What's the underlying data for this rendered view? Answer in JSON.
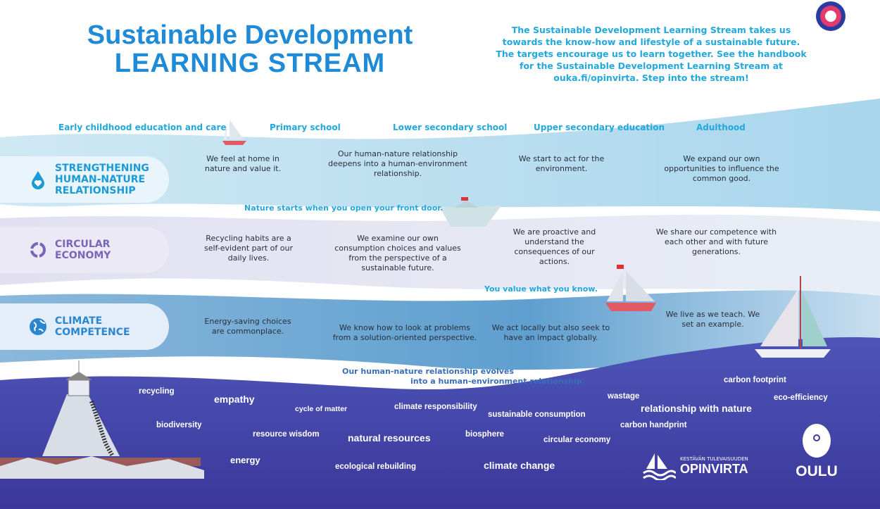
{
  "title": {
    "line1": "Sustainable Development",
    "line2": "LEARNING STREAM"
  },
  "intro": "The Sustainable Development Learning Stream takes us towards the know-how and lifestyle of a sustainable future. The targets encourage us to learn together. See the handbook for the Sustainable Development Learning Stream at ouka.fi/opinvirta. Step into the stream!",
  "stages": [
    "Early childhood education and care",
    "Primary school",
    "Lower secondary school",
    "Upper secondary education",
    "Adulthood"
  ],
  "themes": [
    {
      "label": "STRENGTHENING HUMAN-NATURE RELATIONSHIP",
      "icon": "water-drop-heart-icon",
      "color": "#1a9ad6",
      "cells": [
        "We feel at home in nature and value it.",
        "Our human-nature relationship deepens into a human-environment relationship.",
        "We start to act for the environment.",
        "We expand our own opportunities to influence the common good."
      ]
    },
    {
      "label": "CIRCULAR ECONOMY",
      "icon": "recycle-arrows-icon",
      "color": "#7a66b8",
      "cells": [
        "Recycling habits are a self-evident part of our daily lives.",
        "We examine our own consumption choices and values from the perspective of a sustainable future.",
        "We are proactive and understand the consequences of our actions.",
        "We share our competence with each other and with future generations."
      ]
    },
    {
      "label": "CLIMATE COMPETENCE",
      "icon": "globe-icon",
      "color": "#2a86cf",
      "cells": [
        "Energy-saving choices are commonplace.",
        "We know how to look at problems from a solution-oriented perspective.",
        "We act locally but also seek to have an impact globally.",
        "We live as we teach. We set an example."
      ]
    }
  ],
  "slogans": [
    "Nature starts when you open your front door.",
    "You value what you know.",
    "Our human-nature relationship evolves",
    "into a human-environment relationship."
  ],
  "words": [
    "recycling",
    "empathy",
    "cycle of matter",
    "climate responsibility",
    "sustainable consumption",
    "wastage",
    "relationship with nature",
    "carbon footprint",
    "eco-efficiency",
    "biodiversity",
    "resource wisdom",
    "natural resources",
    "biosphere",
    "circular economy",
    "carbon handprint",
    "energy",
    "ecological rebuilding",
    "climate change"
  ],
  "logos": {
    "opinvirta_small": "KESTÄVÄN TULEVAISUUDEN",
    "opinvirta": "OPINVIRTA",
    "oulu": "OULU"
  },
  "colors": {
    "title": "#1f8ad6",
    "accent": "#22a8dc",
    "deep": "#4546a8",
    "band1": "#bfe0ef",
    "band2": "#dcdcef",
    "band3": "#5f9fcf"
  }
}
